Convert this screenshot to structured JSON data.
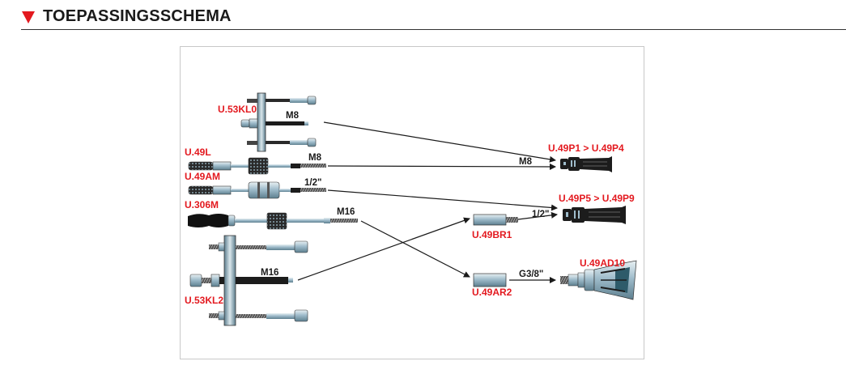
{
  "header": {
    "title": "TOEPASSINGSSCHEMA",
    "marker_icon": "red-down-triangle"
  },
  "colors": {
    "accent": "#e3191f",
    "text": "#1a1a1a",
    "frame": "#c8c8c8",
    "metal": "#a9c4d0",
    "dark": "#1c1c1c"
  },
  "diagram": {
    "sources": [
      {
        "id": "U.53KL0",
        "label": "U.53KL0",
        "thread": "M8",
        "kind": "three-leg-puller"
      },
      {
        "id": "U.49L",
        "label": "U.49L",
        "thread": "M8",
        "kind": "slide-hammer-knurled"
      },
      {
        "id": "U.49AM",
        "label": "U.49AM",
        "thread": "1/2\"",
        "kind": "slide-hammer-ribbed"
      },
      {
        "id": "U.306M",
        "label": "U.306M",
        "thread": "M16",
        "kind": "slide-hammer-handle"
      },
      {
        "id": "U.53KL2",
        "label": "U.53KL2",
        "thread": "M16",
        "kind": "three-leg-puller"
      }
    ],
    "adapters": [
      {
        "id": "U.49BR1",
        "label": "U.49BR1",
        "out_thread": "1/2\""
      },
      {
        "id": "U.49AR2",
        "label": "U.49AR2",
        "out_thread": "G3/8\""
      }
    ],
    "targets": [
      {
        "id": "U.49P1-P4",
        "label": "U.49P1 > U.49P4",
        "in_thread": "M8"
      },
      {
        "id": "U.49P5-P9",
        "label": "U.49P5 > U.49P9",
        "in_thread": "1/2\""
      },
      {
        "id": "U.49AD10",
        "label": "U.49AD10",
        "in_thread": "G3/8\""
      }
    ],
    "connections": [
      {
        "from": "U.53KL0",
        "to": "U.49P1-P4"
      },
      {
        "from": "U.49L",
        "to": "U.49P1-P4"
      },
      {
        "from": "U.49AM",
        "to": "U.49P5-P9"
      },
      {
        "from": "U.306M",
        "to": "U.49AR2"
      },
      {
        "from": "U.53KL2",
        "to": "U.49BR1"
      },
      {
        "from": "U.49BR1",
        "to": "U.49P5-P9"
      },
      {
        "from": "U.49AR2",
        "to": "U.49AD10"
      }
    ],
    "arrow_labels": {
      "m8": "M8",
      "half_inch": "1/2\"",
      "g38": "G3/8\""
    }
  }
}
